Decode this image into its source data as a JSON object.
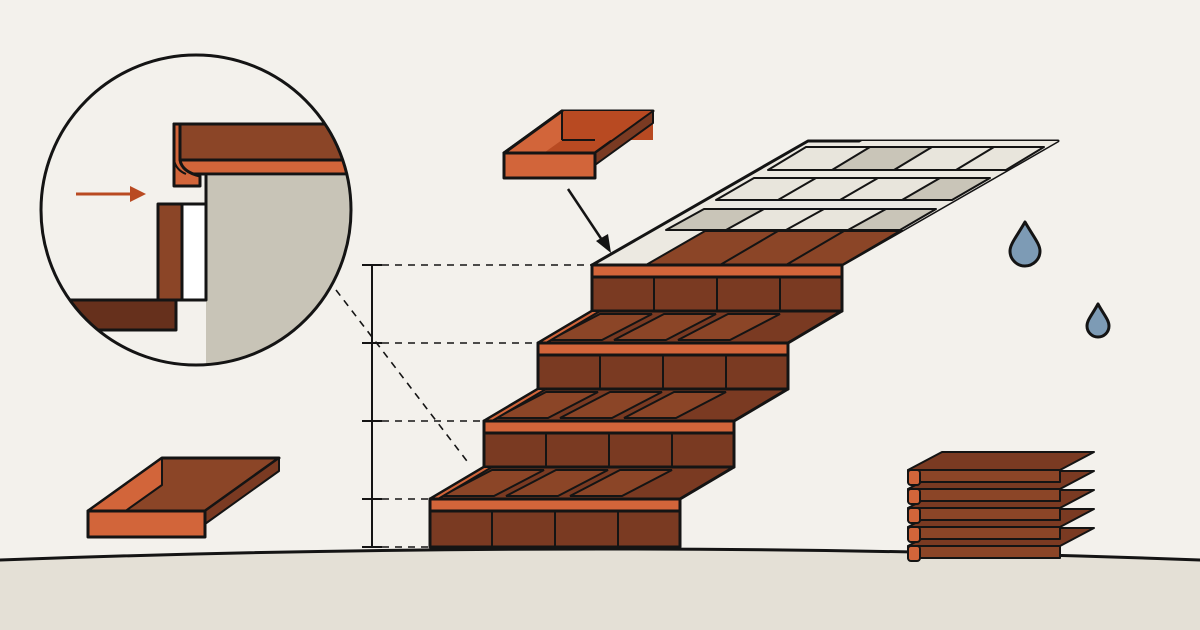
{
  "illustration": {
    "subject": "",
    "colors": {
      "background": "#f3f1ec",
      "ground": "#e4e0d6",
      "brick_dark": "#7a3a22",
      "brick_mid": "#8b4527",
      "tread_light": "#d2653a",
      "tread_accent": "#b84a22",
      "tile_light": "#e8e5dc",
      "tile_shade": "#c9c5b8",
      "lens_bg": "#c8c4b7",
      "water": "#7d9bb5",
      "arrow": "#b94a22",
      "outline": "#141414"
    },
    "icons": [
      "zoom-lens",
      "loose-stair-tread",
      "tile-grid",
      "water-drop",
      "stacked-treads",
      "level-marker"
    ]
  }
}
